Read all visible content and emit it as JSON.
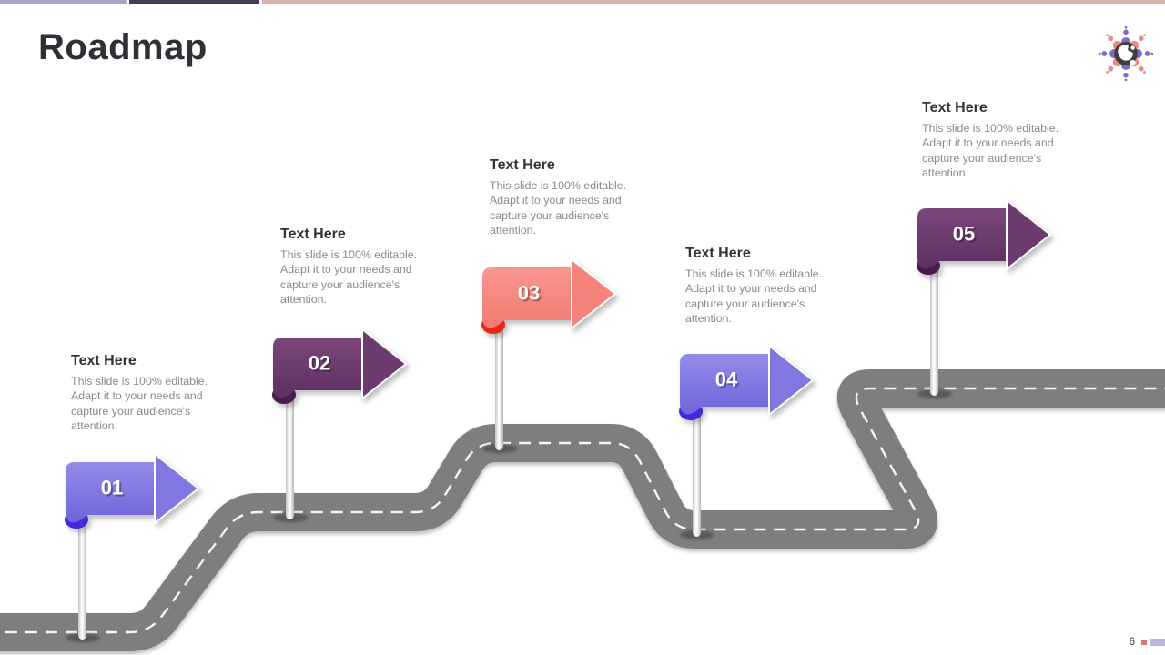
{
  "slide": {
    "title": "Roadmap",
    "page_number": "6",
    "background": "#FFFFFF",
    "top_bar": {
      "colors": [
        "#A8A4CA",
        "#463B53",
        "#DAB2AE"
      ]
    },
    "footer_marks": {
      "square_color": "#E2716B",
      "bar_color": "#B9B6E0"
    },
    "road": {
      "color": "#7E7E7E",
      "dash_color": "#FFFFFF"
    },
    "logo": {
      "name": "globe-people-logo",
      "globe_color": "#3E3E3E",
      "land_color": "#FFFFFF",
      "person_colors": [
        "#7E6BC9",
        "#EE897F"
      ]
    }
  },
  "milestones": [
    {
      "number": "01",
      "heading": "Text Here",
      "description": "This slide is 100% editable. Adapt it to your needs and capture your audience's attention.",
      "colors": {
        "fill": "#8078E0",
        "fill_light": "#928BE9",
        "fill_dark": "#6F65DB",
        "curl": "#4528D8"
      }
    },
    {
      "number": "02",
      "heading": "Text Here",
      "description": "This slide is 100% editable. Adapt it to your needs and capture your audience's attention.",
      "colors": {
        "fill": "#6C3A6F",
        "fill_light": "#7B467D",
        "fill_dark": "#5E2F61",
        "curl": "#471C4B"
      }
    },
    {
      "number": "03",
      "heading": "Text Here",
      "description": "This slide is 100% editable. Adapt it to your needs and capture your audience's attention.",
      "colors": {
        "fill": "#F5837C",
        "fill_light": "#F8978F",
        "fill_dark": "#F37970",
        "curl": "#E8271B"
      }
    },
    {
      "number": "04",
      "heading": "Text Here",
      "description": "This slide is 100% editable. Adapt it to your needs and capture your audience's attention.",
      "colors": {
        "fill": "#8078E0",
        "fill_light": "#928BE9",
        "fill_dark": "#6F65DB",
        "curl": "#4528D8"
      }
    },
    {
      "number": "05",
      "heading": "Text Here",
      "description": "This slide is 100% editable. Adapt it to your needs and capture your audience's attention.",
      "colors": {
        "fill": "#6C3A6F",
        "fill_light": "#7B467D",
        "fill_dark": "#5E2F61",
        "curl": "#471C4B"
      }
    }
  ]
}
